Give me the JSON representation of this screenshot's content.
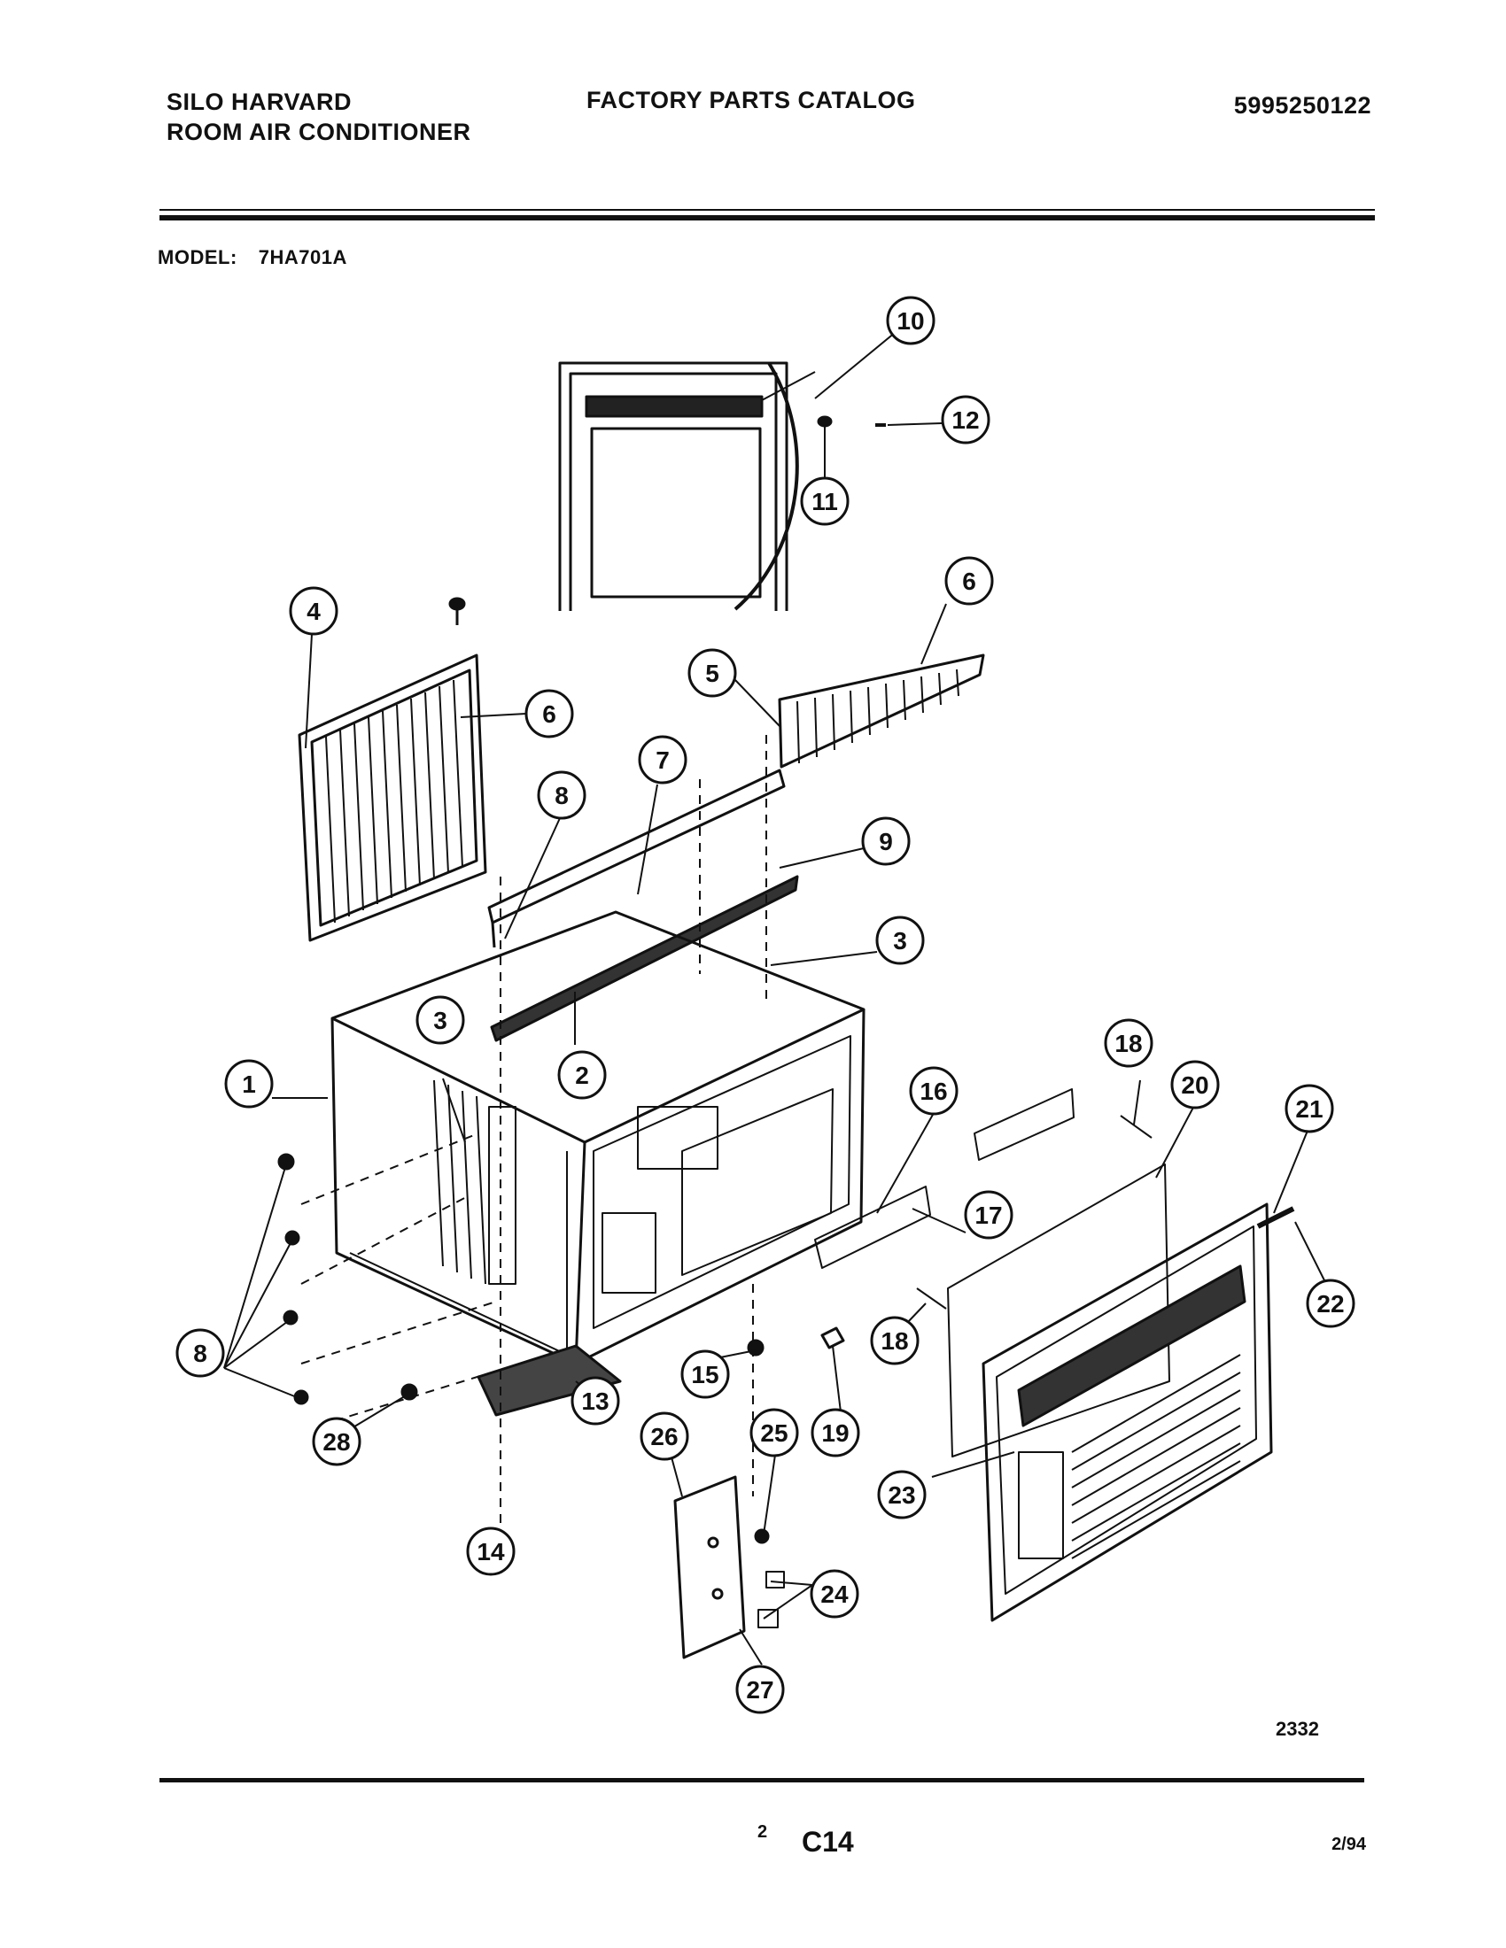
{
  "header": {
    "brand_line1": "SILO HARVARD",
    "brand_line2": "ROOM AIR CONDITIONER",
    "catalog_title": "FACTORY PARTS CATALOG",
    "part_number": "5995250122",
    "model_label": "MODEL:",
    "model_value": "7HA701A"
  },
  "callouts": [
    {
      "id": "c10",
      "label": "10"
    },
    {
      "id": "c12",
      "label": "12"
    },
    {
      "id": "c11",
      "label": "11"
    },
    {
      "id": "c4",
      "label": "4"
    },
    {
      "id": "c6a",
      "label": "6"
    },
    {
      "id": "c6b",
      "label": "6"
    },
    {
      "id": "c5",
      "label": "5"
    },
    {
      "id": "c7",
      "label": "7"
    },
    {
      "id": "c8a",
      "label": "8"
    },
    {
      "id": "c9",
      "label": "9"
    },
    {
      "id": "c3a",
      "label": "3"
    },
    {
      "id": "c3b",
      "label": "3"
    },
    {
      "id": "c1",
      "label": "1"
    },
    {
      "id": "c2",
      "label": "2"
    },
    {
      "id": "c18a",
      "label": "18"
    },
    {
      "id": "c20",
      "label": "20"
    },
    {
      "id": "c21",
      "label": "21"
    },
    {
      "id": "c16",
      "label": "16"
    },
    {
      "id": "c17",
      "label": "17"
    },
    {
      "id": "c22",
      "label": "22"
    },
    {
      "id": "c8b",
      "label": "8"
    },
    {
      "id": "c18b",
      "label": "18"
    },
    {
      "id": "c15",
      "label": "15"
    },
    {
      "id": "c13",
      "label": "13"
    },
    {
      "id": "c19",
      "label": "19"
    },
    {
      "id": "c26",
      "label": "26"
    },
    {
      "id": "c25",
      "label": "25"
    },
    {
      "id": "c28",
      "label": "28"
    },
    {
      "id": "c23",
      "label": "23"
    },
    {
      "id": "c24",
      "label": "24"
    },
    {
      "id": "c14",
      "label": "14"
    },
    {
      "id": "c27",
      "label": "27"
    }
  ],
  "footer": {
    "drawing_number": "2332",
    "page_number": "2",
    "section": "C14",
    "date": "2/94"
  }
}
